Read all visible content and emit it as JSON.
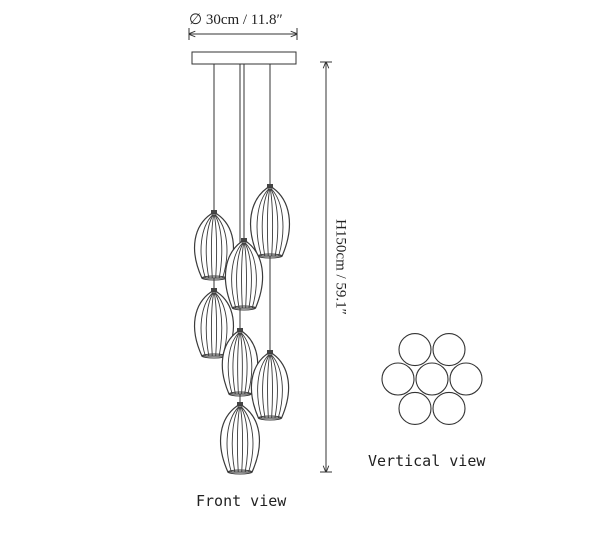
{
  "labels": {
    "diameter": "∅ 30cm / 11.8″",
    "height": "H150cm / 59.1″",
    "front_view": "Front view",
    "vertical_view": "Vertical view"
  },
  "colors": {
    "line": "#333333",
    "shade_stroke": "#3a3a3a"
  },
  "pendant_count": 7
}
